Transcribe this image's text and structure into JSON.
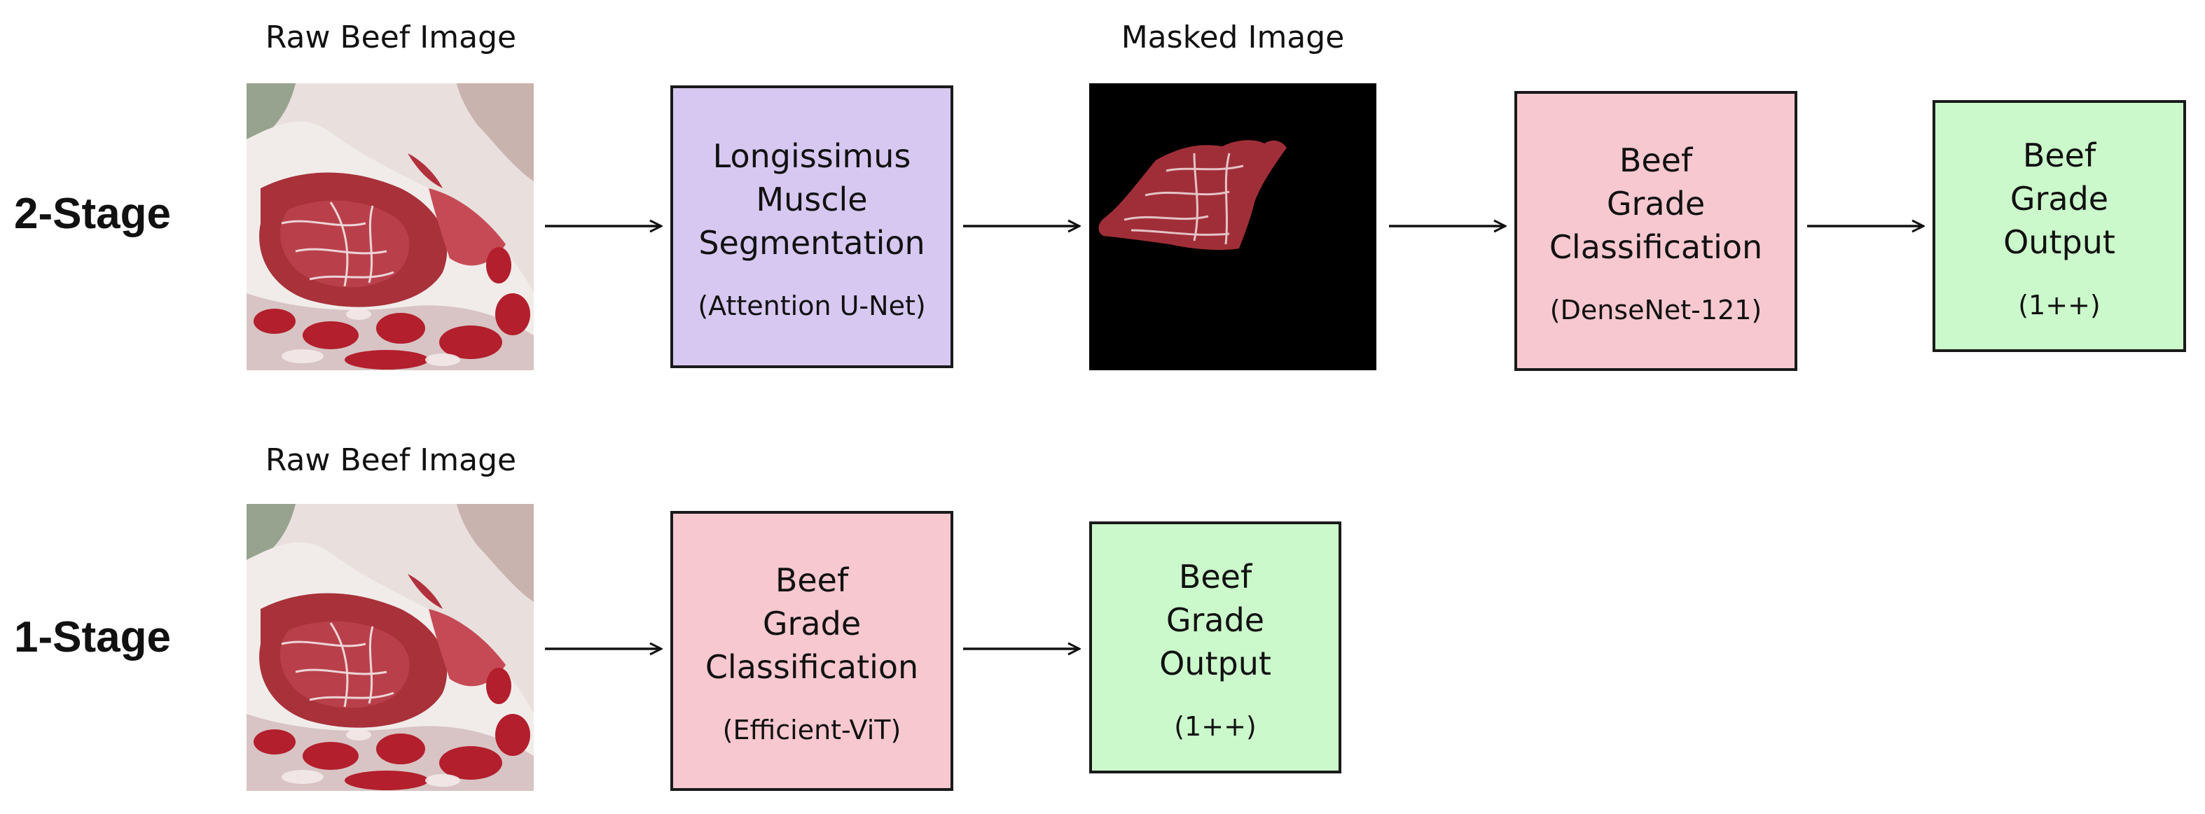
{
  "top_row": {
    "stage_label": "2-Stage",
    "input_caption": "Raw Beef Image",
    "segmentation": {
      "title_lines": [
        "Longissimus",
        "Muscle",
        "Segmentation"
      ],
      "model": "(Attention U-Net)",
      "color": "#d7c8f1"
    },
    "masked_caption": "Masked Image",
    "classification": {
      "title_lines": [
        "Beef",
        "Grade",
        "Classification"
      ],
      "model": "(DenseNet-121)",
      "color": "#f7c8d0"
    },
    "output": {
      "title_lines": [
        "Beef",
        "Grade",
        "Output"
      ],
      "value": "(1++)",
      "color": "#cbf9cb"
    }
  },
  "bottom_row": {
    "stage_label": "1-Stage",
    "input_caption": "Raw Beef Image",
    "classification": {
      "title_lines": [
        "Beef",
        "Grade",
        "Classification"
      ],
      "model": "(Efficient-ViT)",
      "color": "#f7c8d0"
    },
    "output": {
      "title_lines": [
        "Beef",
        "Grade",
        "Output"
      ],
      "value": "(1++)",
      "color": "#cbf9cb"
    }
  }
}
